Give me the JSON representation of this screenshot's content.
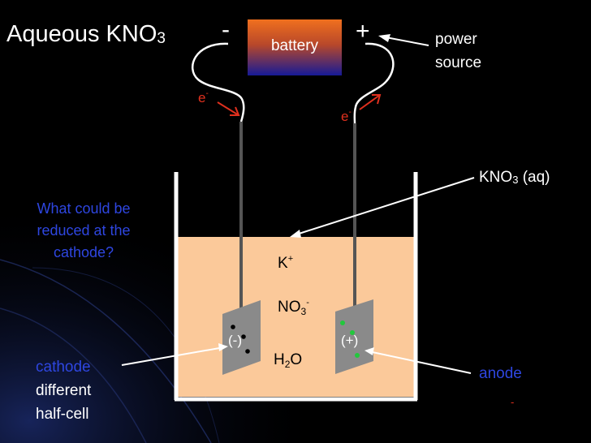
{
  "title": {
    "text": "Aqueous KNO",
    "sub": "3"
  },
  "battery": {
    "label": "battery",
    "minus": "-",
    "plus": "+"
  },
  "power_source": {
    "line1": "power",
    "line2": "source"
  },
  "electrons": {
    "left": {
      "base": "e",
      "sup": "-"
    },
    "right": {
      "base": "e",
      "sup": "-"
    }
  },
  "solution_label": {
    "base": "KNO",
    "sub": "3",
    "rest": " (aq)"
  },
  "question": "What could be reduced at the cathode?",
  "ions": {
    "potassium": {
      "base": "K",
      "sup": "+"
    },
    "nitrate": {
      "base": "NO",
      "sub": "3",
      "sup": "-"
    },
    "water": {
      "h": "H",
      "sub": "2",
      "o": "O"
    }
  },
  "electrodes": {
    "cathode_sign": "(-)",
    "anode_sign": "(+)"
  },
  "cathode_text": {
    "line1": "cathode",
    "line2": "different",
    "line3": "half-cell"
  },
  "anode_text": "anode",
  "stray_dash": "-",
  "colors": {
    "background": "#000000",
    "solution": "#fbc99a",
    "electrode": "#8a8a8a",
    "electron": "#e0301e",
    "highlight": "#2e46e0",
    "anode_dot": "#22c83c",
    "cathode_dot": "#000000",
    "battery_top": "#e8641c",
    "battery_bottom": "#1b1f9a"
  }
}
